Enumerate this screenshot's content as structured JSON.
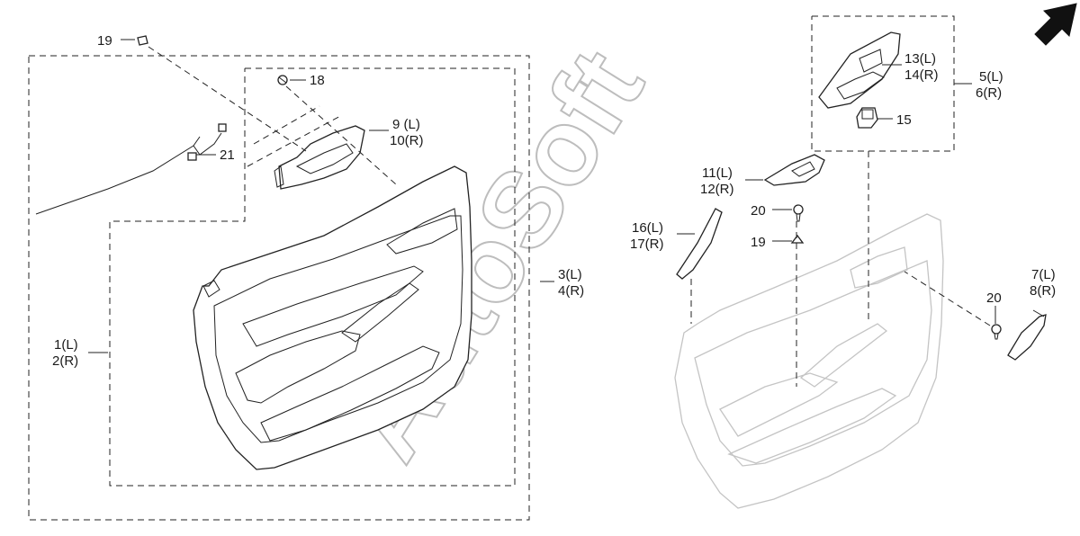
{
  "watermark": "AutoSoft",
  "callouts": {
    "c19a": "19",
    "c18": "18",
    "c9": "9 (L)",
    "c10": "10(R)",
    "c21": "21",
    "c1": "1(L)",
    "c2": "2(R)",
    "c3": "3(L)",
    "c4": "4(R)",
    "c13": "13(L)",
    "c14": "14(R)",
    "c5": "5(L)",
    "c6": "6(R)",
    "c15": "15",
    "c11": "11(L)",
    "c12": "12(R)",
    "c20a": "20",
    "c16": "16(L)",
    "c17": "17(R)",
    "c19b": "19",
    "c20b": "20",
    "c7": "7(L)",
    "c8": "8(R)"
  },
  "icons": {
    "front_arrow": "arrow-up-right-icon"
  }
}
